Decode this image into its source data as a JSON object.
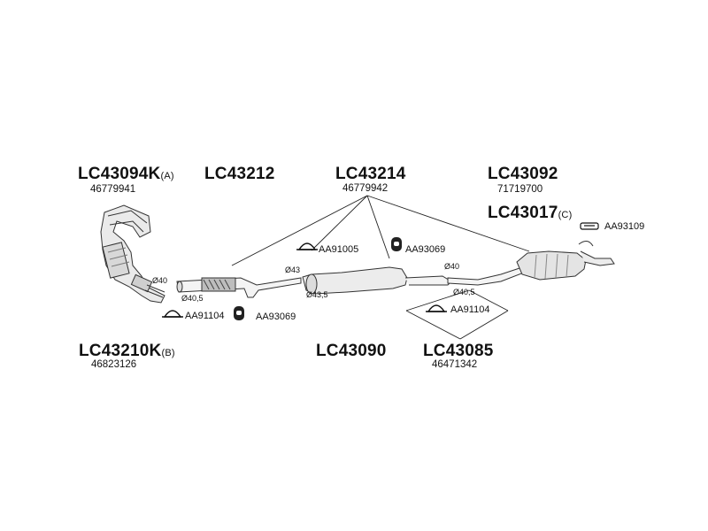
{
  "parts": {
    "manifold": {
      "code": "LC43094K",
      "suffix": "(A)",
      "ref": "46779941"
    },
    "front_pipe": {
      "code": "LC43212"
    },
    "center_assembly": {
      "code": "LC43214",
      "ref": "46779942"
    },
    "rear_muffler": {
      "code": "LC43092",
      "ref": "71719700"
    },
    "tail_tip": {
      "code": "LC43017",
      "suffix": "(C)"
    },
    "lower_front": {
      "code": "LC43210K",
      "suffix": "(B)",
      "ref": "46823126"
    },
    "middle_muffler": {
      "code": "LC43090"
    },
    "middle_pipe": {
      "code": "LC43085",
      "ref": "46471342"
    }
  },
  "accessories": {
    "clamp_front": "AA91104",
    "hanger_front": "AA93069",
    "clamp_center": "AA91005",
    "hanger_center": "AA93069",
    "clamp_mid": "AA91104",
    "tail_bracket": "AA93109"
  },
  "dimensions": {
    "d40_a": "Ø40",
    "d40_5_a": "Ø40,5",
    "d43": "Ø43",
    "d43_5": "Ø43,5",
    "d40_b": "Ø40",
    "d40_5_b": "Ø40,5"
  }
}
